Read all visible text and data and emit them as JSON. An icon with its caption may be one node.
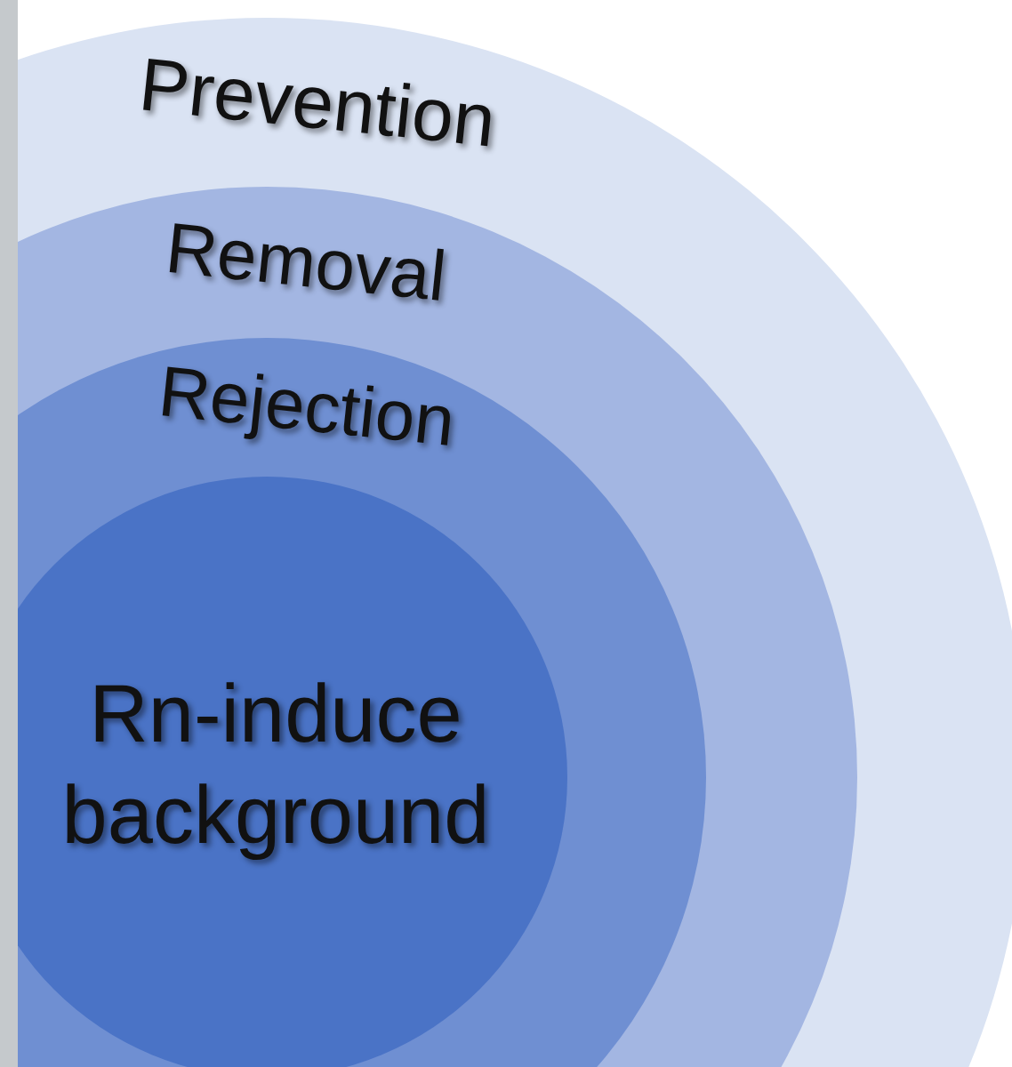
{
  "diagram": {
    "nodes": [
      {
        "text": [
          "Prevention"
        ]
      },
      {
        "text": [
          "Removal"
        ],
        "in": 0
      },
      {
        "text": [
          "Rejection"
        ],
        "in": 1
      },
      {
        "text": [
          "Rn-induce background"
        ],
        "in": 2
      }
    ]
  }
}
